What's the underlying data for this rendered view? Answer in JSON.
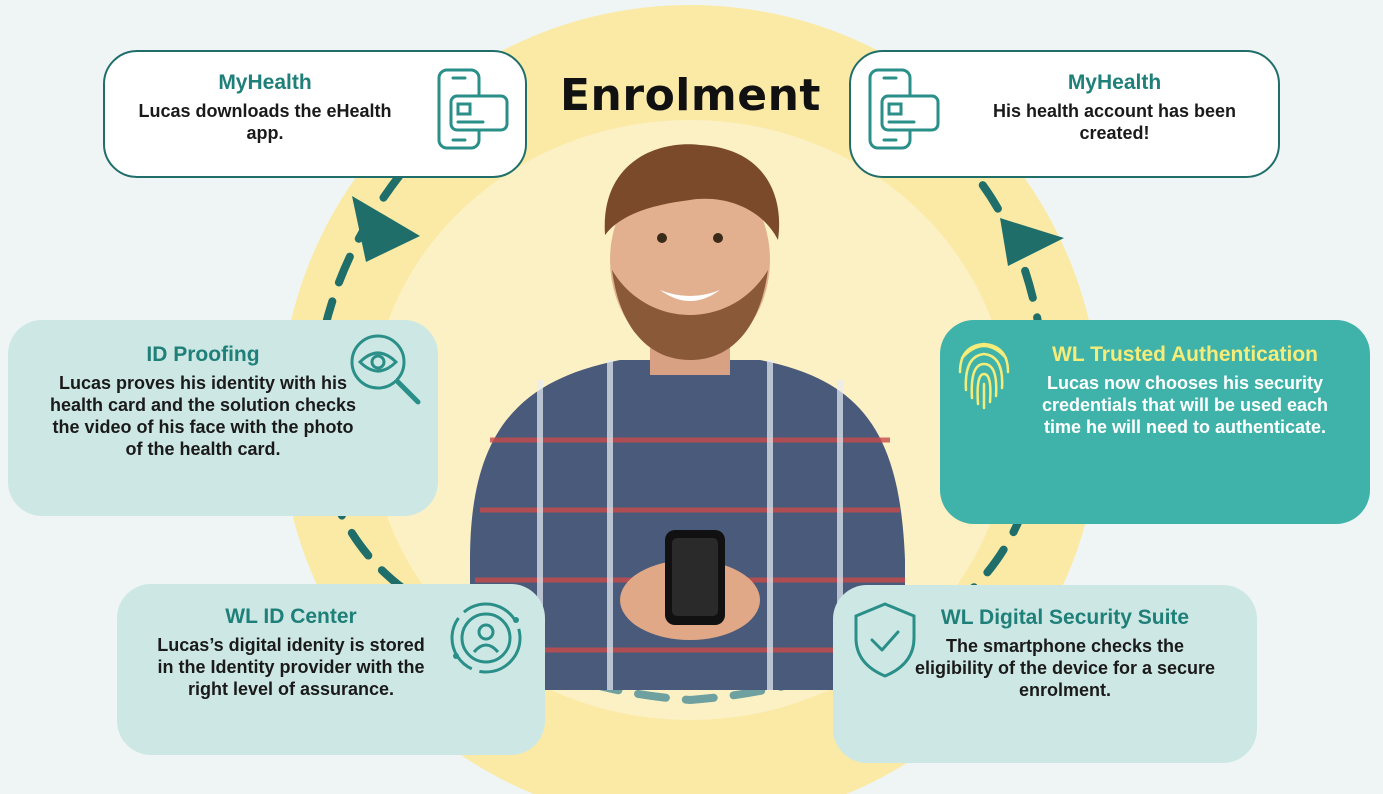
{
  "title": "Enrolment",
  "colors": {
    "background": "#eef5f4",
    "yellow_circle": "#fbeaa6",
    "dash_teal": "#1f6e6a",
    "title_teal": "#1f7f79",
    "mint_card": "#cde8e4",
    "teal_card": "#3fb3aa",
    "highlight_yellow": "#f5ec7a"
  },
  "steps": {
    "myhealth_download": {
      "title": "MyHealth",
      "body": "Lucas downloads the eHealth app.",
      "icon": "mobile-card-icon"
    },
    "myhealth_created": {
      "title": "MyHealth",
      "body": "His health account has been created!",
      "icon": "mobile-card-icon"
    },
    "id_proofing": {
      "title": "ID Proofing",
      "body": "Lucas proves his identity with his health card and the solution checks the video of his face with the photo of the health card.",
      "icon": "eye-magnifier-icon"
    },
    "trusted_auth": {
      "title": "WL Trusted Authentication",
      "body": "Lucas now chooses his security credentials that will be used each time he will need to authenticate.",
      "icon": "fingerprint-icon"
    },
    "id_center": {
      "title": "WL ID Center",
      "body": "Lucas’s digital idenity is stored in the Identity provider with the right level of assurance.",
      "icon": "user-orbit-icon"
    },
    "security_suite": {
      "title": "WL Digital Security Suite",
      "body": "The smartphone checks the eligibility of the device for a secure enrolment.",
      "icon": "shield-check-icon"
    }
  },
  "person": {
    "icon": "person-with-phone-icon"
  }
}
